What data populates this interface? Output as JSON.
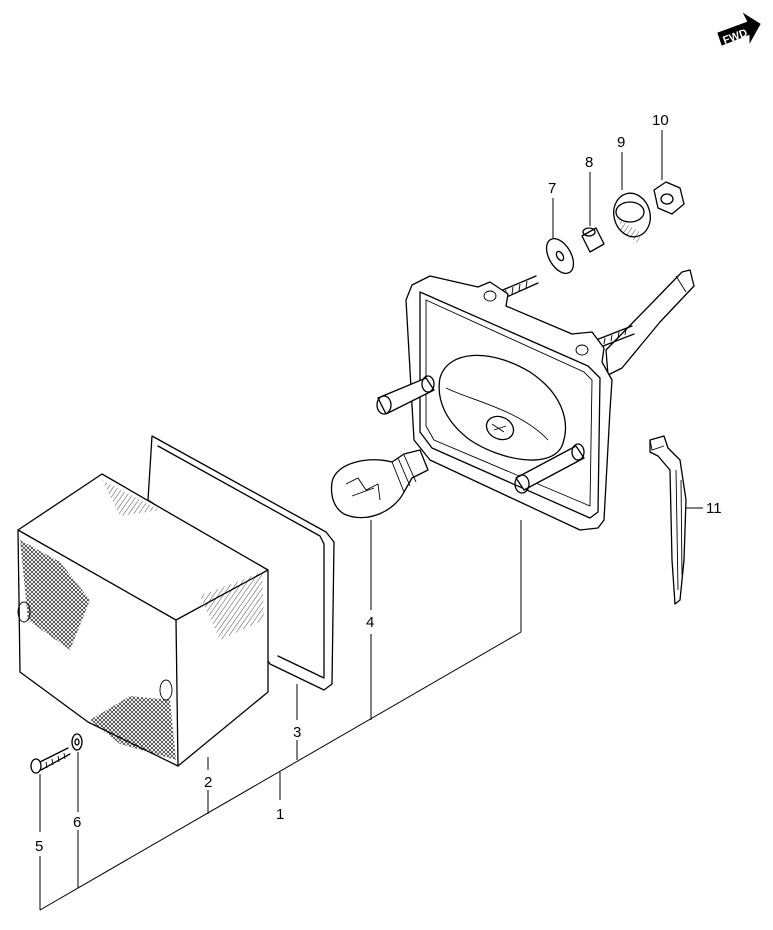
{
  "badge": {
    "text": "FWD"
  },
  "callouts": {
    "c1": "1",
    "c2": "2",
    "c3": "3",
    "c4": "4",
    "c5": "5",
    "c6": "6",
    "c7": "7",
    "c8": "8",
    "c9": "9",
    "c10": "10",
    "c11": "11"
  }
}
